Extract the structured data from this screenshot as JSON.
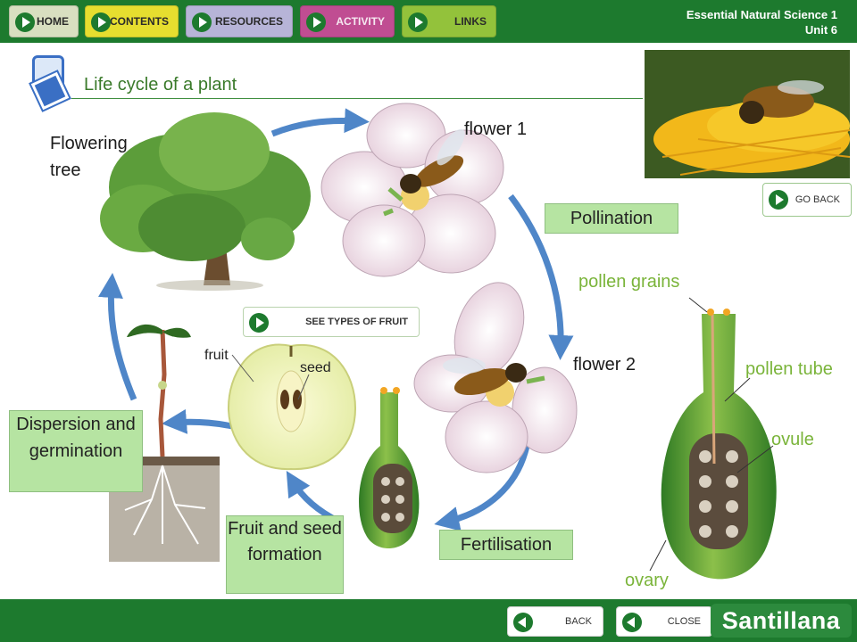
{
  "nav": {
    "home": "HOME",
    "contents": "CONTENTS",
    "resources": "RESOURCES",
    "activity": "ACTIVITY",
    "links": "LINKS"
  },
  "book": {
    "line1": "Essential Natural Science 1",
    "line2": "Unit 6"
  },
  "title": "Life cycle of a plant",
  "buttons": {
    "go_back": "GO BACK",
    "see_types_of_fruit": "SEE TYPES OF FRUIT",
    "back": "BACK",
    "close": "CLOSE"
  },
  "labels": {
    "flowering_tree": "Flowering tree",
    "flower_1": "flower 1",
    "flower_2": "flower 2",
    "fruit": "fruit",
    "seed": "seed"
  },
  "stages": {
    "pollination": "Pollination",
    "fertilisation": "Fertilisation",
    "fruit_and_seed_formation": "Fruit and seed formation",
    "dispersion_and_germination": "Dispersion and germination"
  },
  "ovary_labels": {
    "pollen_grains": "pollen grains",
    "pollen_tube": "pollen tube",
    "ovule": "ovule",
    "ovary": "ovary"
  },
  "brand": "Santillana",
  "colors": {
    "bar_green": "#1d7a2e",
    "label_green": "#7ab43a",
    "stage_box": "#b6e4a2",
    "arrow_blue": "#4f86c8"
  },
  "icons": {
    "nav": "play-icon",
    "title": "slides-icon",
    "back": "back-arrow-icon"
  }
}
